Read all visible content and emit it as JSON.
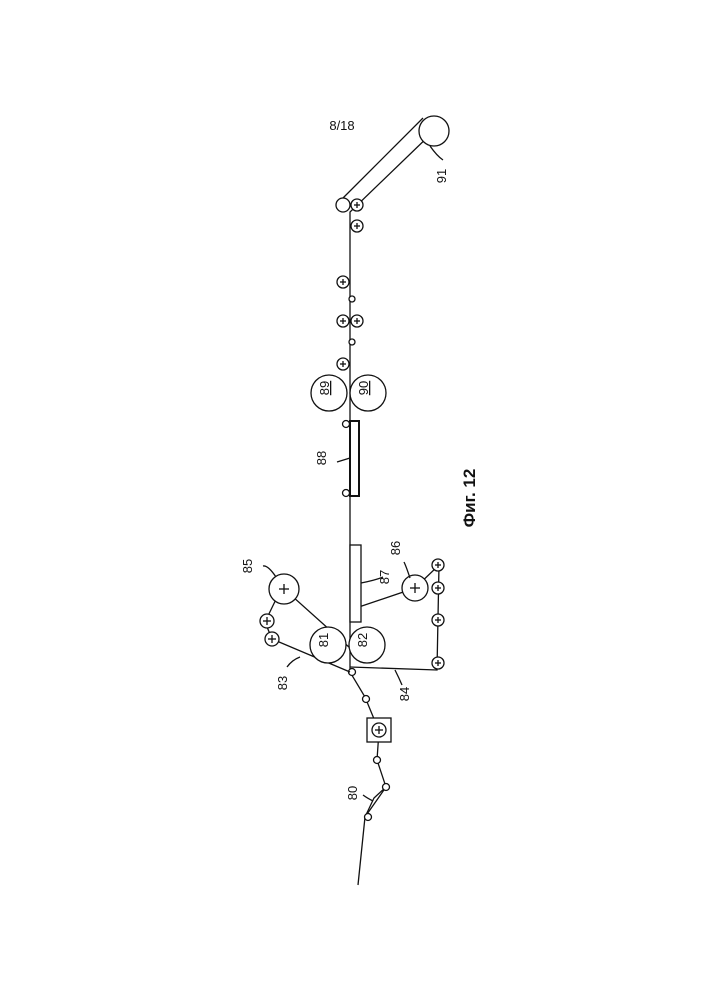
{
  "sheet": {
    "page_number": "8/18",
    "figure_caption": "Фиг. 12"
  },
  "labels": {
    "l80": "80",
    "l81": "81",
    "l82": "82",
    "l83": "83",
    "l84": "84",
    "l85": "85",
    "l86": "86",
    "l87": "87",
    "l88": "88",
    "l89": "89",
    "l90": "90",
    "l91": "91"
  },
  "colors": {
    "ink": "#111111",
    "paper": "#ffffff"
  }
}
